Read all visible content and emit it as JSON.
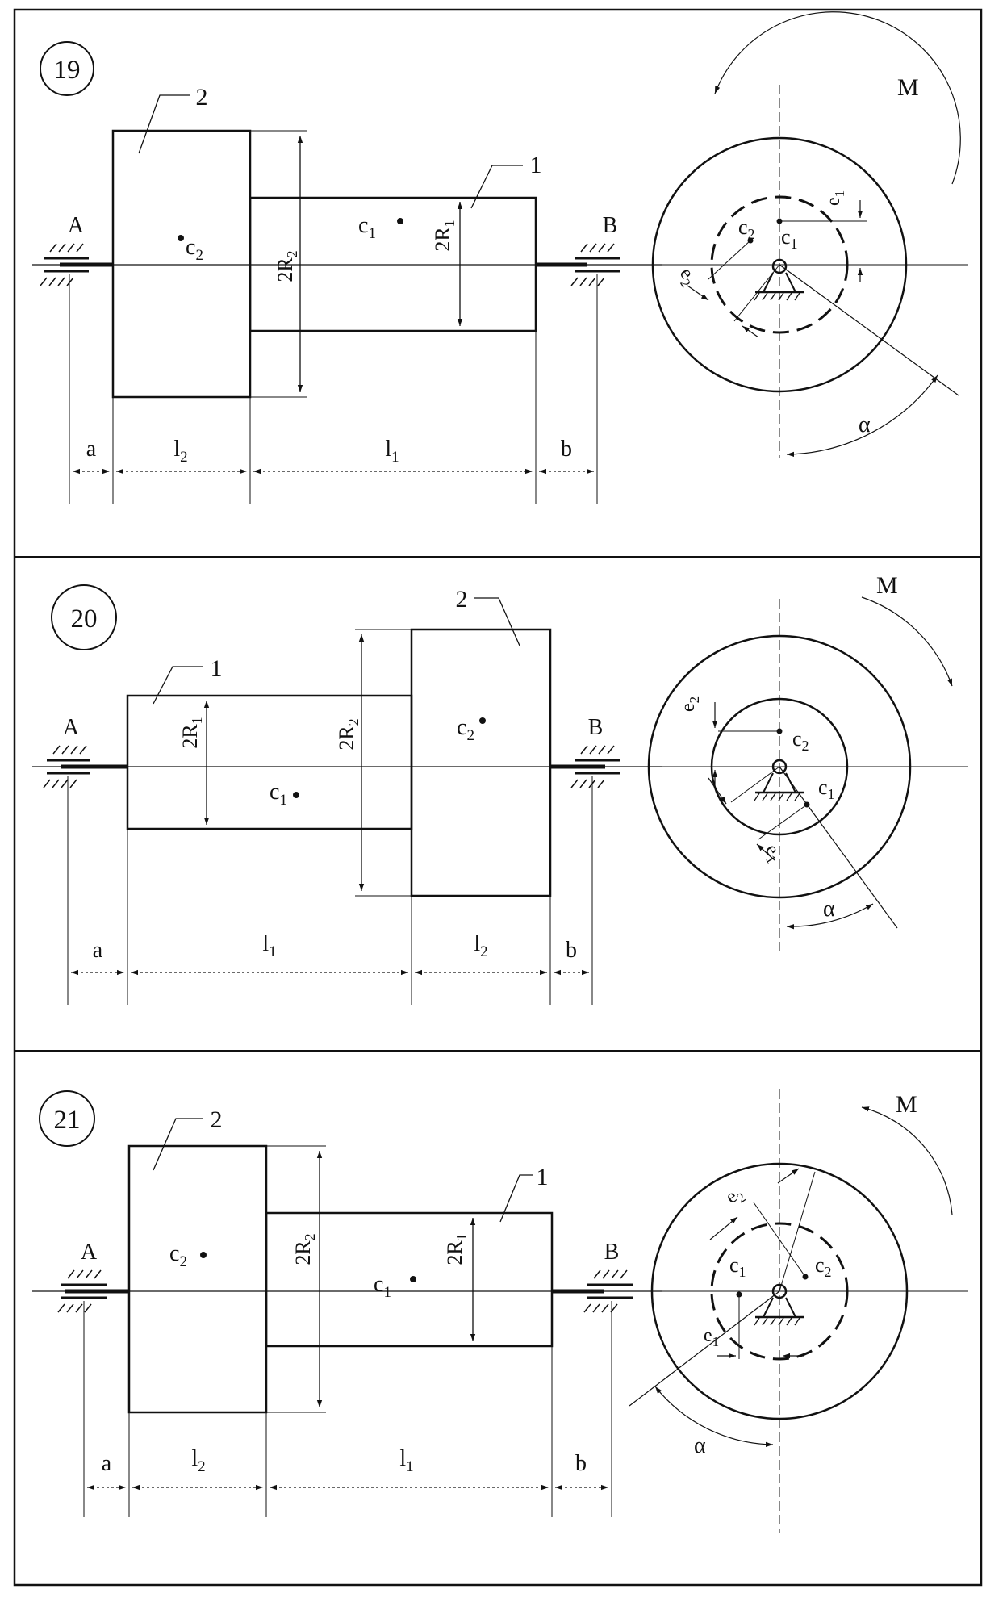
{
  "panels": [
    {
      "number": "19",
      "labels": {
        "part_left": "2",
        "part_right": "1",
        "support_left": "A",
        "support_right": "B",
        "c_left_base": "c",
        "c_left_sub": "2",
        "c_right_base": "c",
        "c_right_sub": "1",
        "diam_left_base": "2R",
        "diam_left_sub": "2",
        "diam_right_base": "2R",
        "diam_right_sub": "1",
        "dim1": "a",
        "dim2_base": "l",
        "dim2_sub": "2",
        "dim3_base": "l",
        "dim3_sub": "1",
        "dim4": "b",
        "moment": "M",
        "angle": "α",
        "pt1_base": "c",
        "pt1_sub": "2",
        "pt2_base": "c",
        "pt2_sub": "1",
        "ecc1_base": "e",
        "ecc1_sub": "2",
        "ecc2_base": "e",
        "ecc2_sub": "1"
      }
    },
    {
      "number": "20",
      "labels": {
        "part_left": "1",
        "part_right": "2",
        "support_left": "A",
        "support_right": "B",
        "c_left_base": "c",
        "c_left_sub": "1",
        "c_right_base": "c",
        "c_right_sub": "2",
        "diam_left_base": "2R",
        "diam_left_sub": "1",
        "diam_right_base": "2R",
        "diam_right_sub": "2",
        "dim1": "a",
        "dim2_base": "l",
        "dim2_sub": "1",
        "dim3_base": "l",
        "dim3_sub": "2",
        "dim4": "b",
        "moment": "M",
        "angle": "α",
        "pt1_base": "c",
        "pt1_sub": "2",
        "pt2_base": "c",
        "pt2_sub": "1",
        "ecc1_base": "e",
        "ecc1_sub": "2",
        "ecc2_base": "e",
        "ecc2_sub": "1"
      }
    },
    {
      "number": "21",
      "labels": {
        "part_left": "2",
        "part_right": "1",
        "support_left": "A",
        "support_right": "B",
        "c_left_base": "c",
        "c_left_sub": "2",
        "c_right_base": "c",
        "c_right_sub": "1",
        "diam_left_base": "2R",
        "diam_left_sub": "2",
        "diam_right_base": "2R",
        "diam_right_sub": "1",
        "dim1": "a",
        "dim2_base": "l",
        "dim2_sub": "2",
        "dim3_base": "l",
        "dim3_sub": "1",
        "dim4": "b",
        "moment": "M",
        "angle": "α",
        "pt1_base": "c",
        "pt1_sub": "1",
        "pt2_base": "c",
        "pt2_sub": "2",
        "ecc1_base": "e",
        "ecc1_sub": "2",
        "ecc2_base": "e",
        "ecc2_sub": "1"
      }
    }
  ]
}
